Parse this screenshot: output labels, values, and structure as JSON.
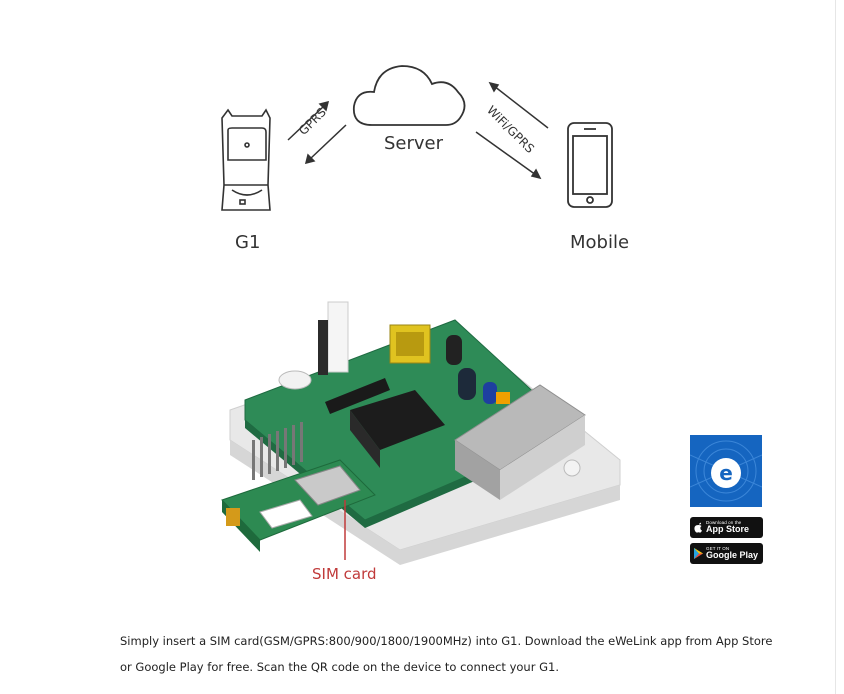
{
  "diagram": {
    "device_label": "G1",
    "server_label": "Server",
    "mobile_label": "Mobile",
    "left_link_label": "GPRS",
    "right_link_label": "WiFi/GPRS"
  },
  "product": {
    "sim_card_label": "SIM card"
  },
  "stores": {
    "app_store_small": "Download on the",
    "app_store_big": "App Store",
    "google_play_small": "GET IT ON",
    "google_play_big": "Google Play"
  },
  "caption": {
    "line1": "Simply insert a SIM card(GSM/GPRS:800/900/1800/1900MHz) into G1. Download the eWeLink app from App Store",
    "line2": "or Google Play for free. Scan the QR code on the device to connect your G1."
  },
  "colors": {
    "ewelink_blue": "#1565c0",
    "sim_label": "#c03a3a"
  }
}
